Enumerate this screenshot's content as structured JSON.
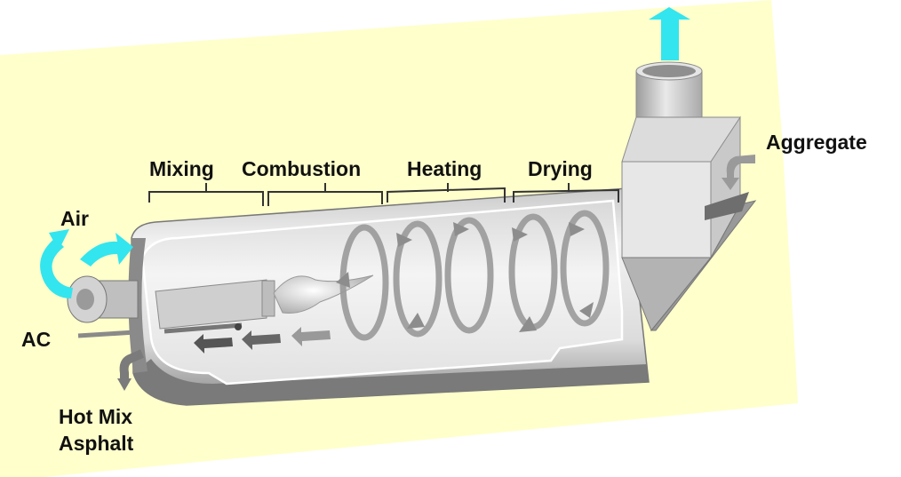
{
  "diagram": {
    "type": "process-schematic",
    "subject": "Drum dryer / asphalt mixing drum cross-section",
    "colors": {
      "background_panel": "#ffffcc",
      "page": "#ffffff",
      "flow_arrow_cyan": "#33e5ef",
      "metal_light": "#e6e6e6",
      "metal_mid": "#b8b8b8",
      "metal_dark": "#6f6f6f",
      "label_text": "#111111"
    },
    "zones": [
      {
        "label": "Mixing"
      },
      {
        "label": "Combustion"
      },
      {
        "label": "Heating"
      },
      {
        "label": "Drying"
      }
    ],
    "inputs_outputs": {
      "air": "Air",
      "ac": "AC",
      "aggregate": "Aggregate",
      "product_line1": "Hot Mix",
      "product_line2": "Asphalt"
    }
  }
}
